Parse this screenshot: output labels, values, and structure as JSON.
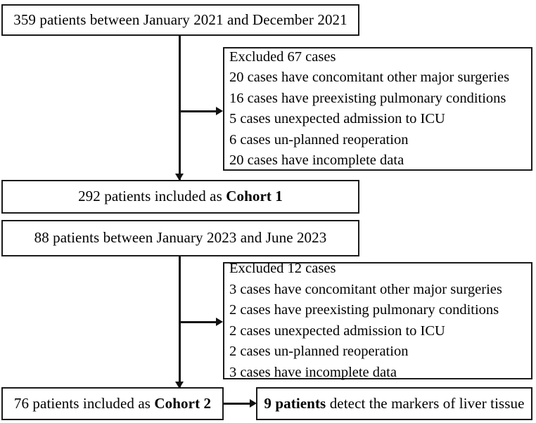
{
  "diagram": {
    "title": "Patient selection flowchart",
    "type": "flowchart",
    "nodes": {
      "source_cohort1": {
        "text": "359 patients between January 2021 and December 2021"
      },
      "excluded_cohort1": {
        "heading": "Excluded 67 cases",
        "lines": [
          "20 cases have concomitant other major surgeries",
          "16 cases have preexisting pulmonary conditions",
          "5 cases unexpected admission to ICU",
          "6 cases un-planned reoperation",
          "20 cases have incomplete data"
        ]
      },
      "included_cohort1": {
        "prefix": "292 patients included as ",
        "emphasis": "Cohort 1"
      },
      "source_cohort2": {
        "text": "88 patients between January 2023 and June 2023"
      },
      "excluded_cohort2": {
        "heading": "Excluded 12 cases",
        "lines": [
          "3 cases have concomitant other major surgeries",
          "2 cases have preexisting pulmonary conditions",
          "2 cases unexpected admission to ICU",
          "2 cases un-planned reoperation",
          "3 cases have incomplete data"
        ]
      },
      "included_cohort2": {
        "prefix": "76 patients included as ",
        "emphasis": "Cohort 2"
      },
      "marker_detection": {
        "emphasis": "9 patients",
        "suffix": " detect the markers of liver tissue"
      }
    },
    "colors": {
      "border": "#1a1a1a",
      "connector": "#111111",
      "background": "#ffffff",
      "text": "#000000"
    }
  }
}
